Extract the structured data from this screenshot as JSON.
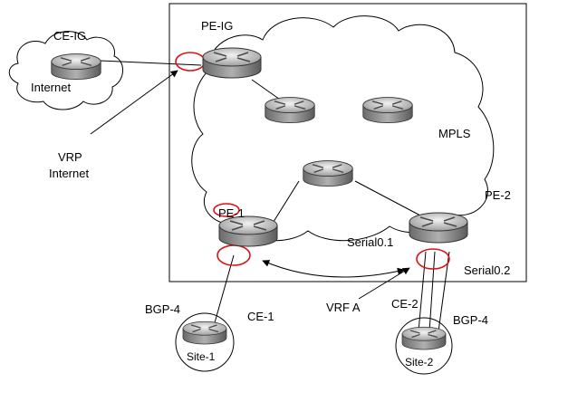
{
  "labels": {
    "ce_ig": "CE-IG",
    "internet": "Internet",
    "pe_ig": "PE-IG",
    "vrp_line1": "VRP",
    "vrp_line2": "Internet",
    "mpls": "MPLS",
    "pe_1": "PE-1",
    "pe_2": "PE-2",
    "serial01": "Serial0.1",
    "serial02": "Serial0.2",
    "vrf_a": "VRF A",
    "bgp4_left": "BGP-4",
    "ce_1": "CE-1",
    "ce_2": "CE-2",
    "bgp4_right": "BGP-4",
    "site_1": "Site-1",
    "site_2": "Site-2"
  },
  "icons": {
    "router": "router-icon",
    "cloud": "cloud-icon"
  },
  "colors": {
    "line": "#000000",
    "interface_ring": "#dd1111",
    "router_top": "#d9d9d9",
    "router_side": "#8c8c8c"
  }
}
